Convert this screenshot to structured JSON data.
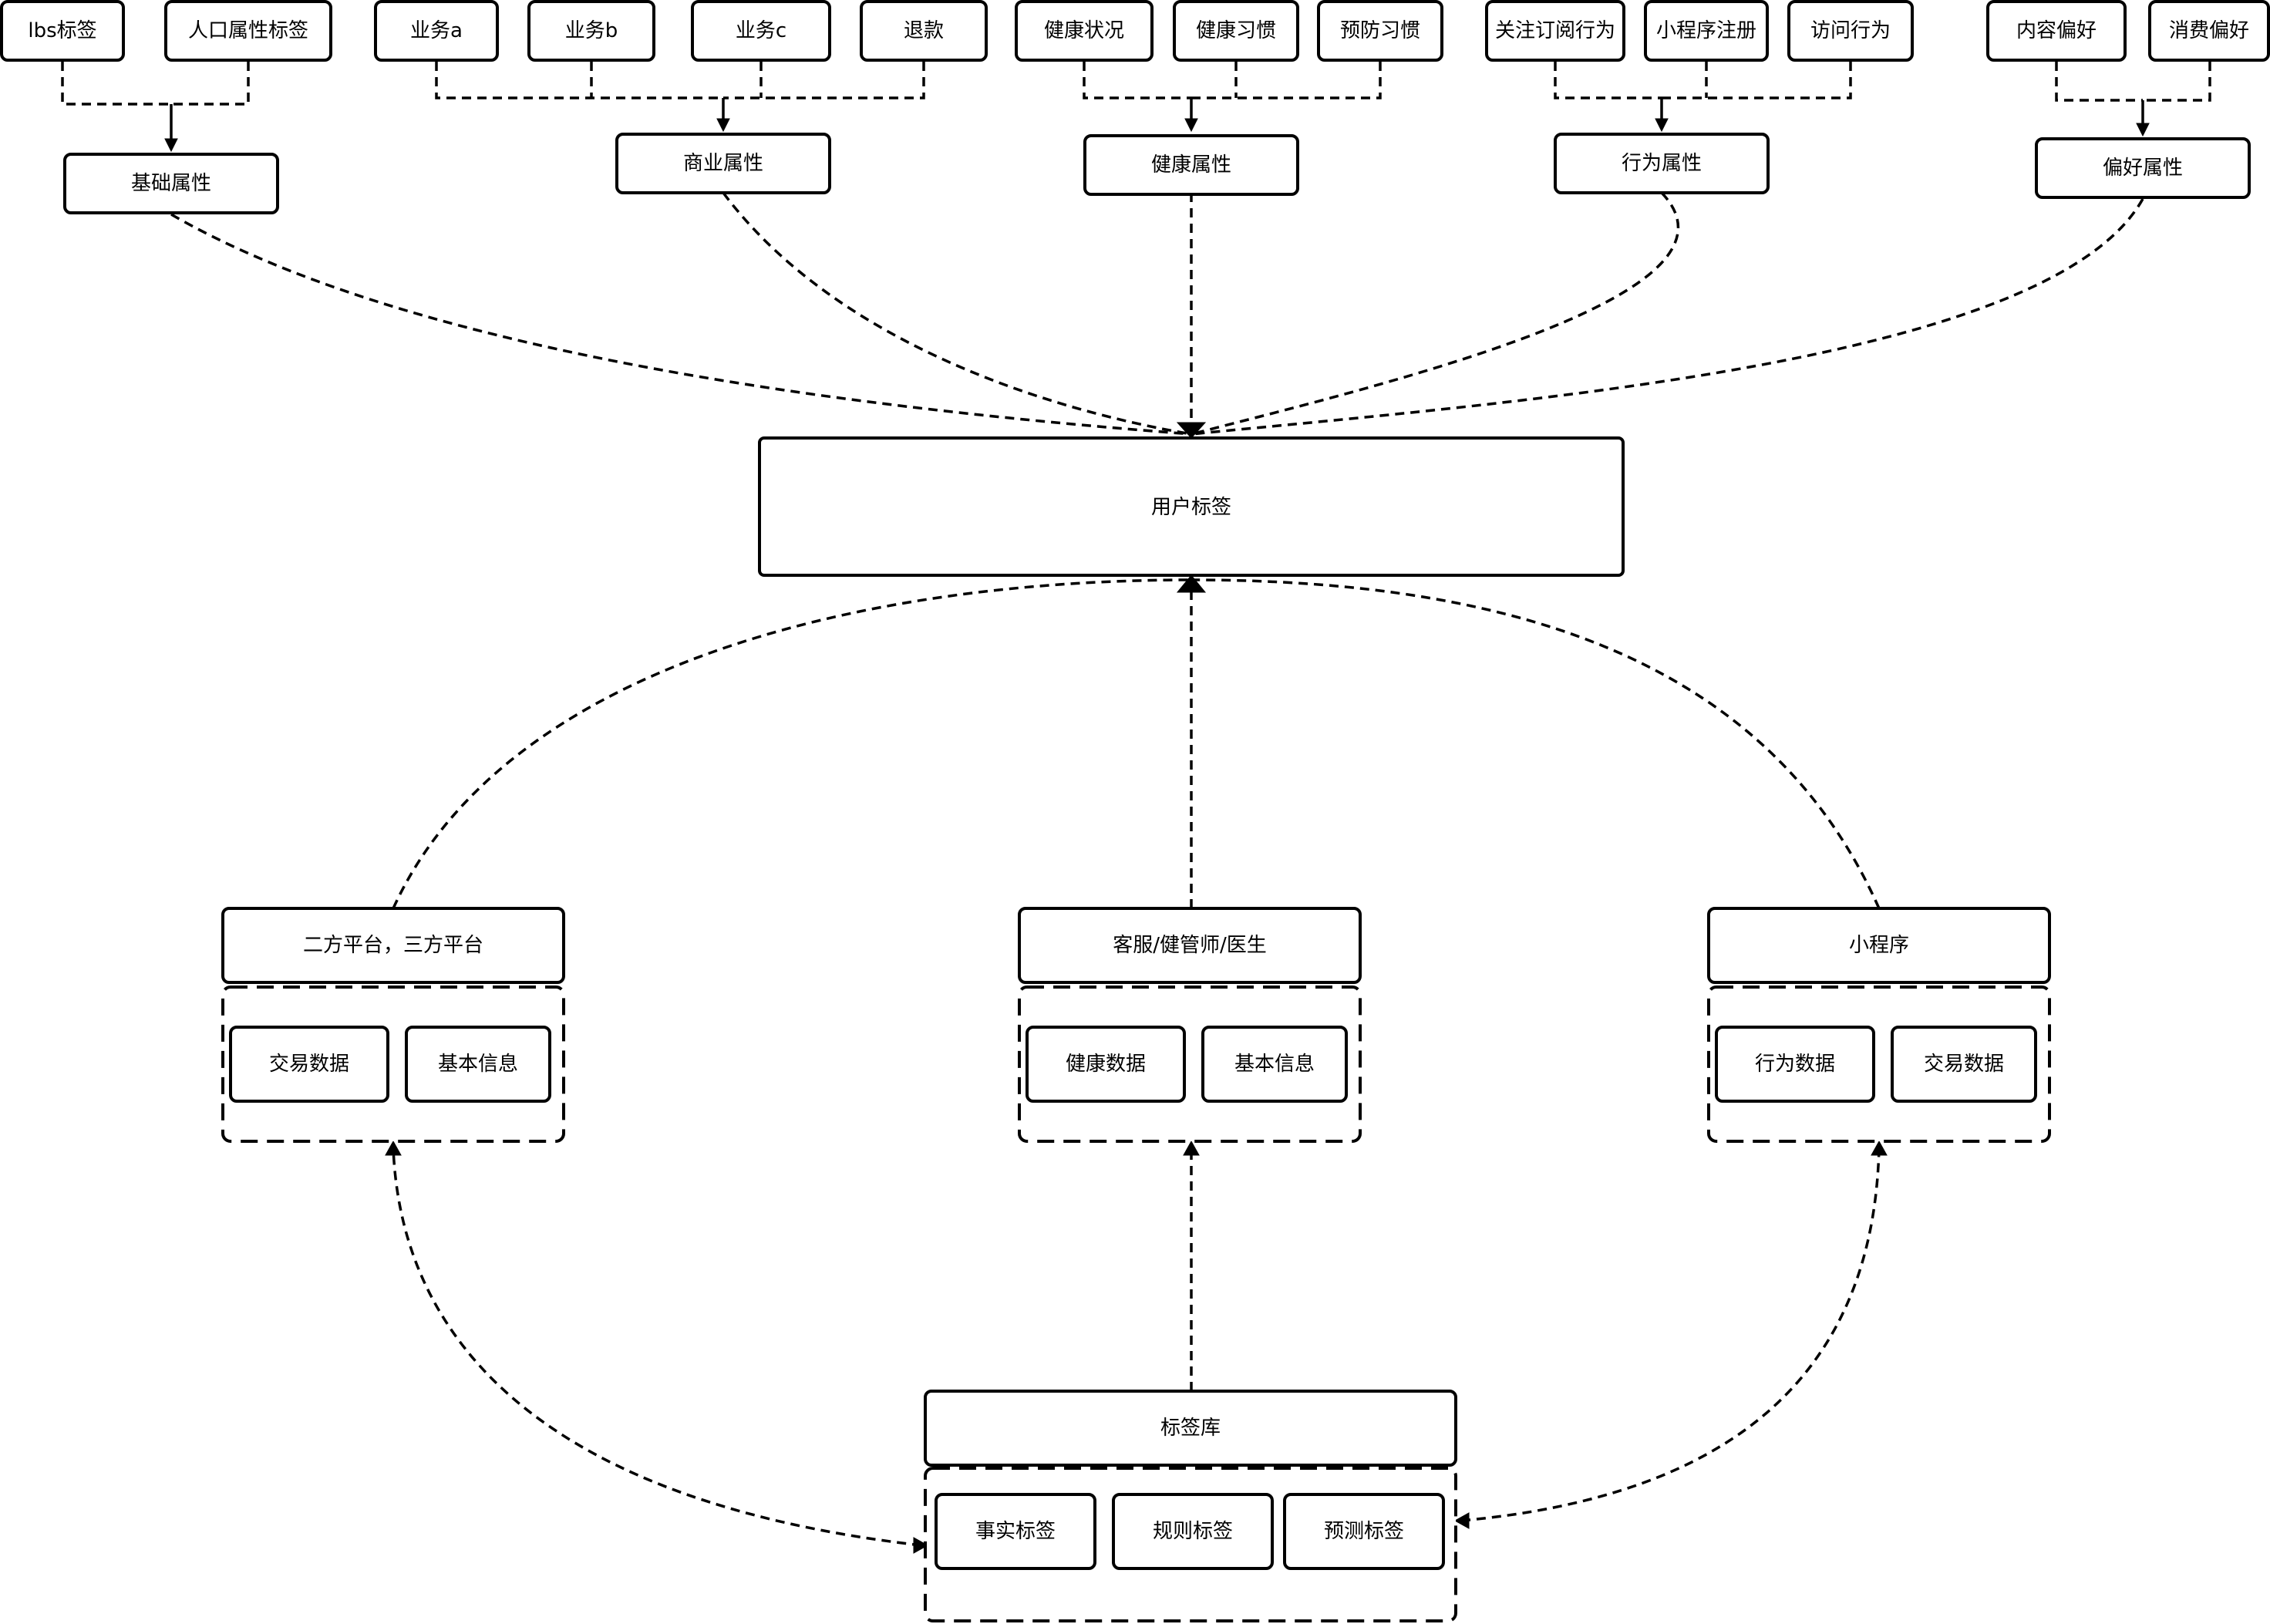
{
  "diagram": {
    "top_tags": {
      "lbs": "lbs标签",
      "population": "人口属性标签",
      "biz_a": "业务a",
      "biz_b": "业务b",
      "biz_c": "业务c",
      "refund": "退款",
      "health_status": "健康状况",
      "health_habit": "健康习惯",
      "prevent_habit": "预防习惯",
      "follow_subscribe": "关注订阅行为",
      "miniapp_register": "小程序注册",
      "visit": "访问行为",
      "content_pref": "内容偏好",
      "consume_pref": "消费偏好"
    },
    "categories": {
      "basic": "基础属性",
      "business": "商业属性",
      "health": "健康属性",
      "behavior": "行为属性",
      "preference": "偏好属性"
    },
    "center": "用户标签",
    "sources": {
      "platform": {
        "title": "二方平台，三方平台",
        "items": [
          "交易数据",
          "基本信息"
        ]
      },
      "service": {
        "title": "客服/健管师/医生",
        "items": [
          "健康数据",
          "基本信息"
        ]
      },
      "miniapp": {
        "title": "小程序",
        "items": [
          "行为数据",
          "交易数据"
        ]
      }
    },
    "library": {
      "title": "标签库",
      "items": [
        "事实标签",
        "规则标签",
        "预测标签"
      ]
    }
  }
}
